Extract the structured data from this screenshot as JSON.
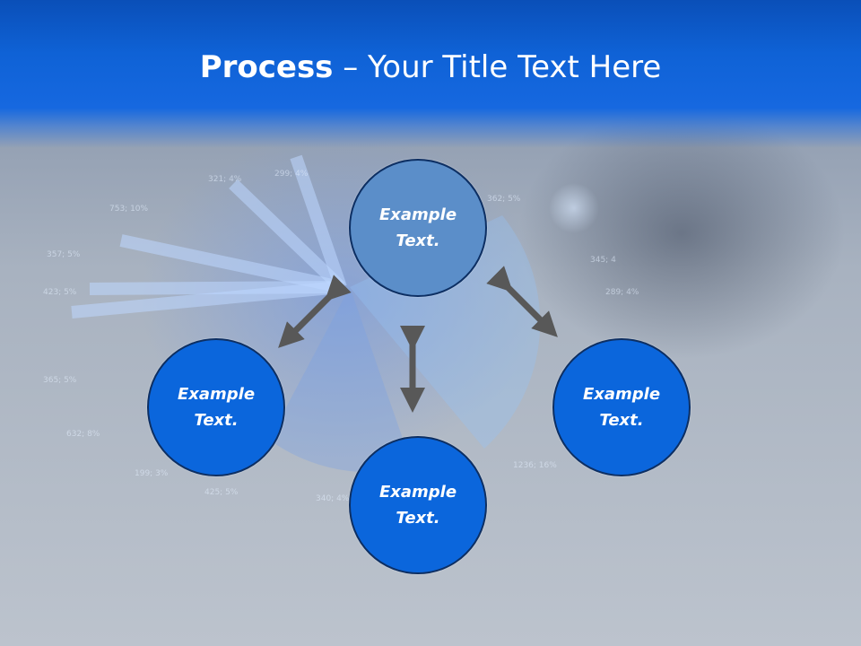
{
  "title": {
    "bold": "Process",
    "rest": " – Your Title Text Here"
  },
  "nodes": [
    {
      "line1": "Example",
      "line2": "Text."
    },
    {
      "line1": "Example",
      "line2": "Text."
    },
    {
      "line1": "Example",
      "line2": "Text."
    },
    {
      "line1": "Example",
      "line2": "Text."
    }
  ],
  "background_labels": [
    "321; 4%",
    "299; 4%",
    "753; 10%",
    "362; 5%",
    "357; 5%",
    "423; 5%",
    "345; 4",
    "289; 4%",
    "365; 5%",
    "632; 8%",
    "199; 3%",
    "425; 5%",
    "340; 4%",
    "1236; 16%"
  ],
  "colors": {
    "header": "#0f62d6",
    "top_node": "#5b8ec9",
    "side_nodes": "#0b66dc",
    "arrows": "#585858"
  }
}
